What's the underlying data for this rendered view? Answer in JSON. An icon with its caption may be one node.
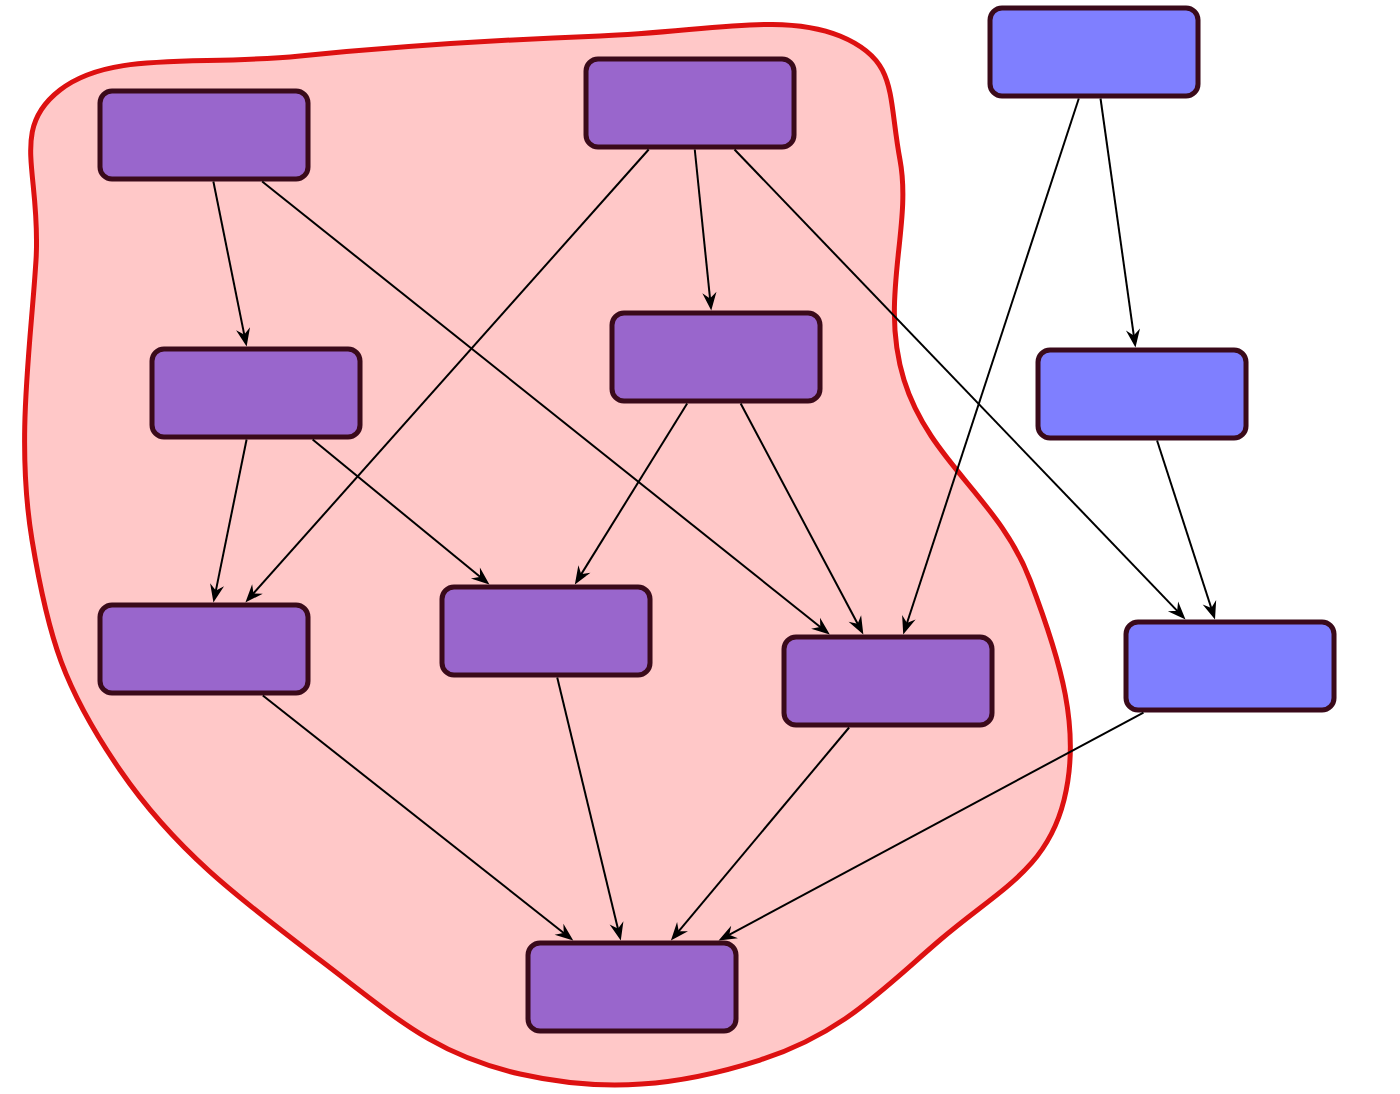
{
  "diagram": {
    "nodes": [
      {
        "text": [],
        "shape": "blob"
      },
      {
        "text": [],
        "shape": "box",
        "in": 0
      },
      {
        "text": [],
        "shape": "box",
        "in": 0
      },
      {
        "text": [],
        "shape": "box",
        "in": 0
      },
      {
        "text": [],
        "shape": "box",
        "in": 0
      },
      {
        "text": [],
        "shape": "box",
        "in": 0
      },
      {
        "text": [],
        "shape": "box",
        "in": 0
      },
      {
        "text": [],
        "shape": "box",
        "in": 0
      },
      {
        "text": [],
        "shape": "box",
        "in": 0
      },
      {
        "text": [],
        "shape": "box"
      },
      {
        "text": [],
        "shape": "box"
      },
      {
        "text": [],
        "shape": "box"
      }
    ],
    "edges": [
      {
        "from": 1,
        "to": 3,
        "arrow": "to"
      },
      {
        "from": 1,
        "to": 7,
        "arrow": "to"
      },
      {
        "from": 2,
        "to": 5,
        "arrow": "to"
      },
      {
        "from": 2,
        "to": 4,
        "arrow": "to"
      },
      {
        "from": 2,
        "to": 11,
        "arrow": "to"
      },
      {
        "from": 3,
        "to": 5,
        "arrow": "to"
      },
      {
        "from": 3,
        "to": 6,
        "arrow": "to"
      },
      {
        "from": 4,
        "to": 6,
        "arrow": "to"
      },
      {
        "from": 4,
        "to": 7,
        "arrow": "to"
      },
      {
        "from": 9,
        "to": 7,
        "arrow": "to"
      },
      {
        "from": 9,
        "to": 10,
        "arrow": "to"
      },
      {
        "from": 10,
        "to": 11,
        "arrow": "to"
      },
      {
        "from": 5,
        "to": 8,
        "arrow": "to"
      },
      {
        "from": 6,
        "to": 8,
        "arrow": "to"
      },
      {
        "from": 7,
        "to": 8,
        "arrow": "to"
      },
      {
        "from": 11,
        "to": 8,
        "arrow": "to"
      }
    ]
  }
}
